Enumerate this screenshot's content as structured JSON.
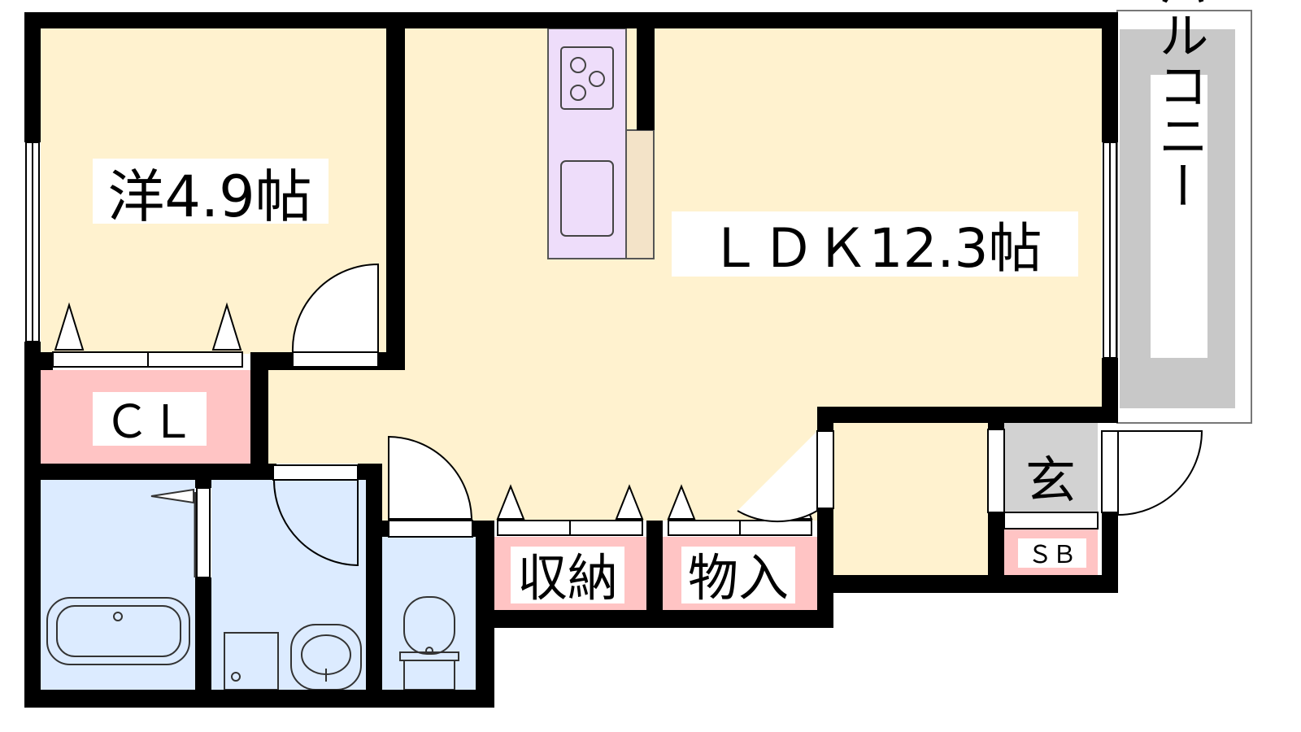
{
  "rooms": {
    "western_room": "洋4.9帖",
    "ldk": "ＬＤＫ12.3帖",
    "closet": "ＣＬ",
    "storage": "収納",
    "storeroom": "物入",
    "entrance": "玄",
    "shoe_box": "ＳＢ",
    "balcony": "バルコニー"
  },
  "colors": {
    "floor": "#FFF2CF",
    "storage": "#FFC4C4",
    "wet_area": "#DCEBFF",
    "kitchen": "#EEDDFA",
    "balcony": "#C8C8C8",
    "entrance": "#D2D2D2",
    "wall": "#000000"
  },
  "icons": [
    "stove-icon",
    "sink-icon",
    "bathtub-icon",
    "washbasin-icon",
    "toilet-icon",
    "washing-machine-icon",
    "door-swing-icon",
    "window-icon"
  ]
}
